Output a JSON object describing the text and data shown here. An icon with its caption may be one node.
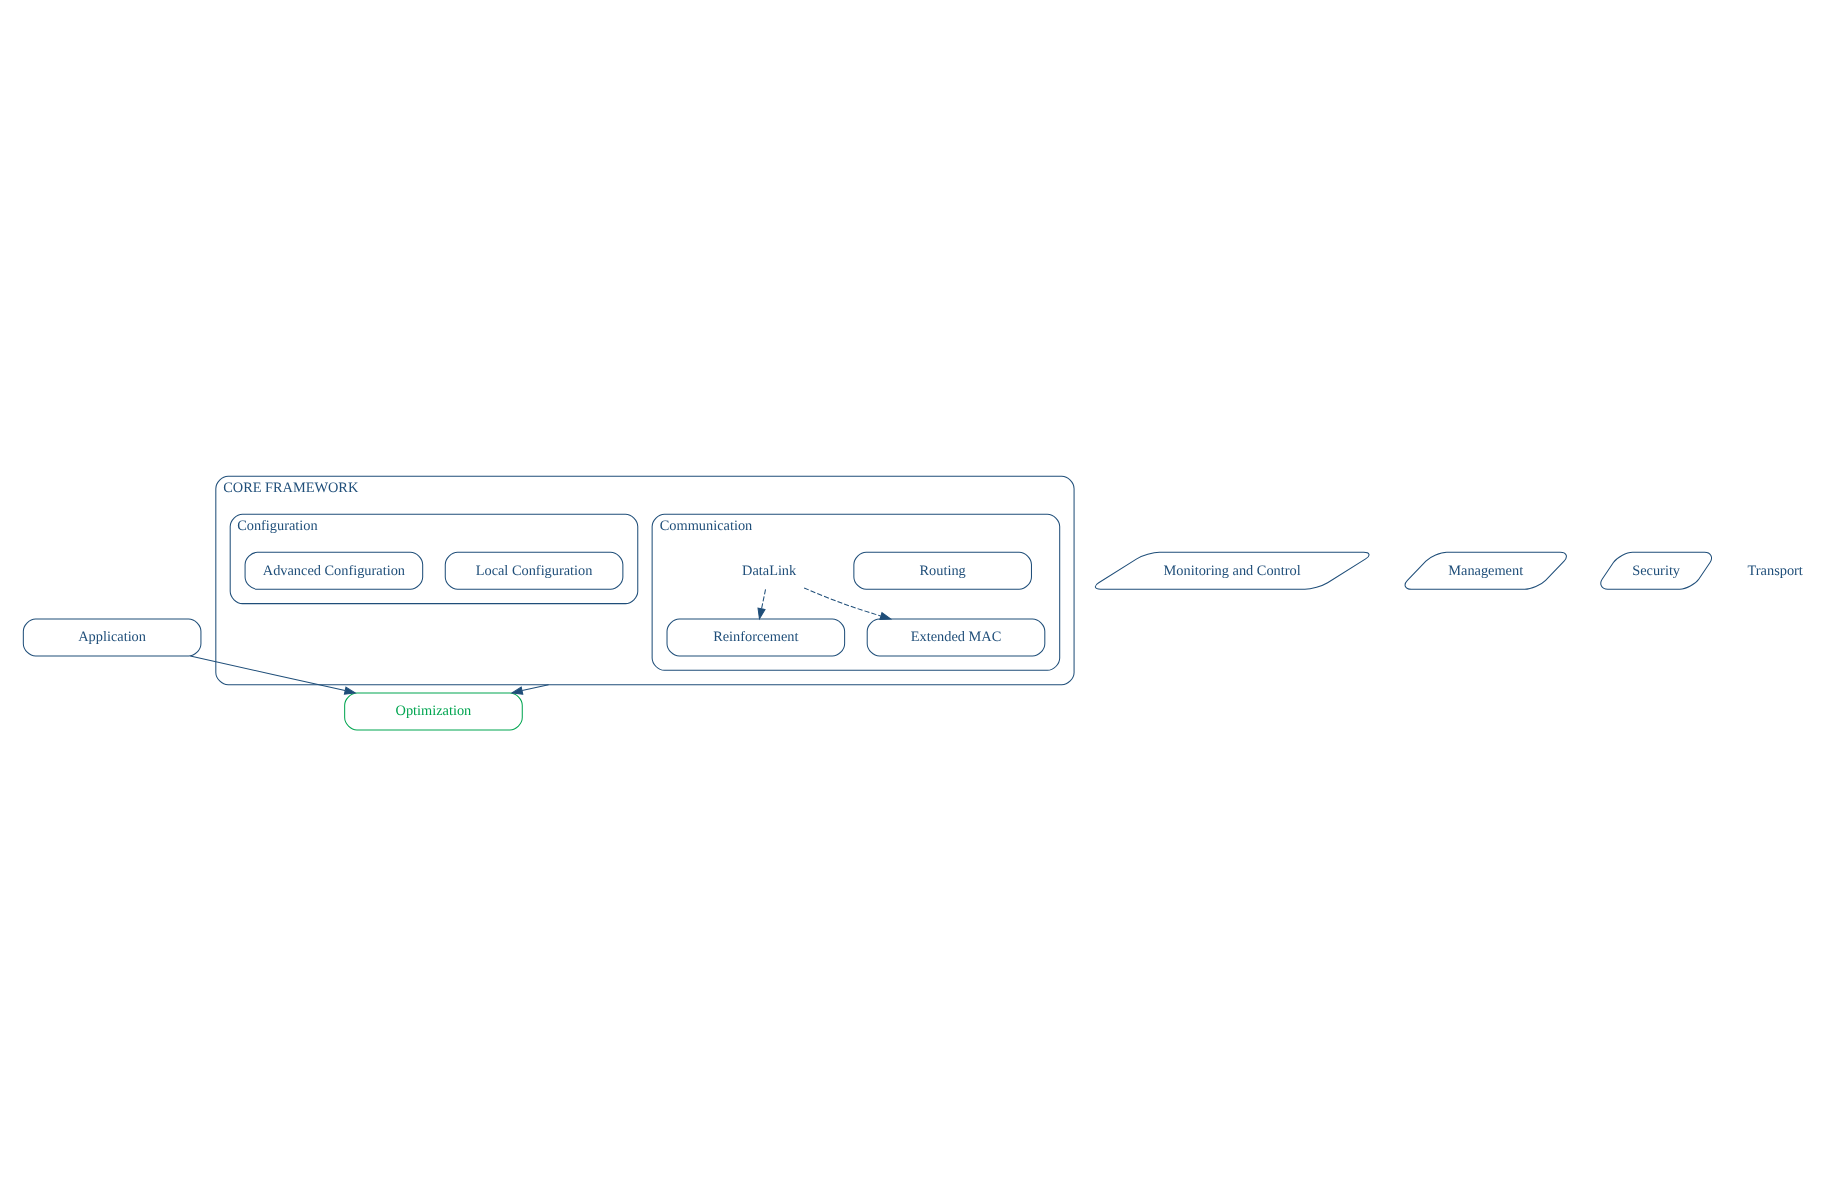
{
  "diagram": {
    "nodes": [
      {
        "text": [
          "Application"
        ]
      },
      {
        "text": [
          "Optimization"
        ]
      },
      {
        "text": [
          "CORE FRAMEWORK"
        ]
      },
      {
        "text": [
          "Communication"
        ],
        "in": 2
      },
      {
        "text": [
          "Reinforcement"
        ],
        "in": 3
      },
      {
        "text": [
          "Routing"
        ],
        "in": 3
      },
      {
        "text": [
          "Extended MAC"
        ],
        "in": 3
      },
      {
        "text": [
          "DataLink"
        ],
        "in": 3
      },
      {
        "text": [
          "Configuration"
        ],
        "in": 2
      },
      {
        "text": [
          "Local Configuration"
        ],
        "in": 8
      },
      {
        "text": [
          "Advanced Configuration"
        ],
        "in": 8
      },
      {
        "text": [
          "Monitoring and Control"
        ]
      },
      {
        "text": [
          "Management"
        ]
      },
      {
        "text": [
          "Security"
        ]
      }
    ],
    "edges": [
      {
        "from": 0,
        "to": 1,
        "arrow": "to"
      },
      {
        "from": 2,
        "to": 1,
        "arrow": "to"
      },
      {
        "from": 7,
        "to": 4,
        "arrow": "to",
        "style": "dashed"
      },
      {
        "from": 7,
        "to": 6,
        "arrow": "to",
        "style": "dashed"
      }
    ],
    "labels": [
      "Transport"
    ]
  }
}
